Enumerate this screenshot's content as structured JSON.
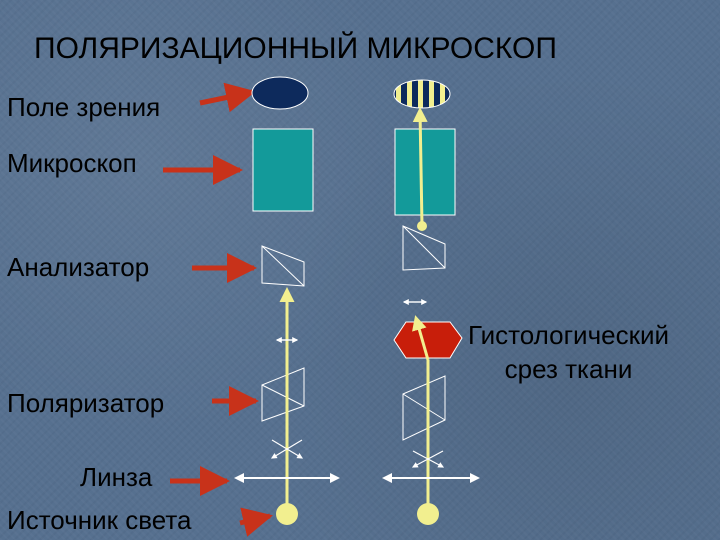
{
  "title": "ПОЛЯРИЗАЦИОННЫЙ МИКРОСКОП",
  "labels": {
    "field_of_view": "Поле зрения",
    "microscope": "Микроскоп",
    "analyzer": "Анализатор",
    "polarizer": "Поляризатор",
    "lens": "Линза",
    "light_source": "Источник света",
    "tissue_section_line1": "Гистологический",
    "tissue_section_line2": "срез ткани"
  },
  "colors": {
    "background": "#56708f",
    "eyepiece_dark": "#0d2a5c",
    "microscope_body": "#139a9a",
    "tissue_section": "#c81e0a",
    "arrow": "#c8321a",
    "light_beam": "#f2ef8f",
    "optics_line": "#ffffff",
    "label_text": "#000000"
  }
}
